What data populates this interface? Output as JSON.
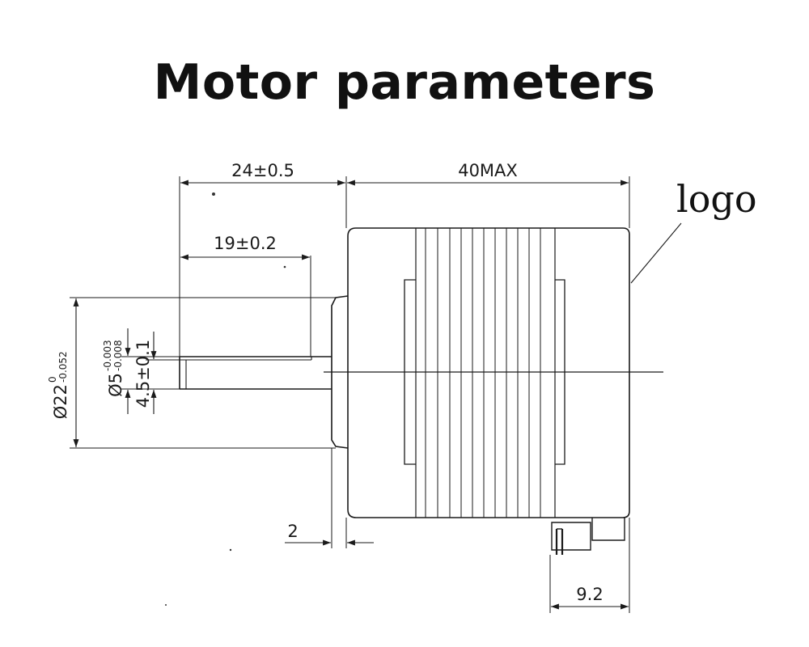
{
  "title": "Motor parameters",
  "callout": {
    "logo_label": "logo"
  },
  "dimensions": {
    "body_length": "40MAX",
    "shaft_length": "24±0.5",
    "flat_length": "19±0.2",
    "flange_step": "2",
    "connector_width": "9.2",
    "boss_diameter": "Ø22",
    "boss_diameter_tol_upper": "0",
    "boss_diameter_tol_lower": "-0.052",
    "shaft_diameter": "Ø5",
    "shaft_diameter_tol_upper": "-0.003",
    "shaft_diameter_tol_lower": "-0.008",
    "flat_depth": "4.5±0.1"
  },
  "colors": {
    "line": "#1a1a1a",
    "text": "#111111",
    "background": "#ffffff"
  }
}
